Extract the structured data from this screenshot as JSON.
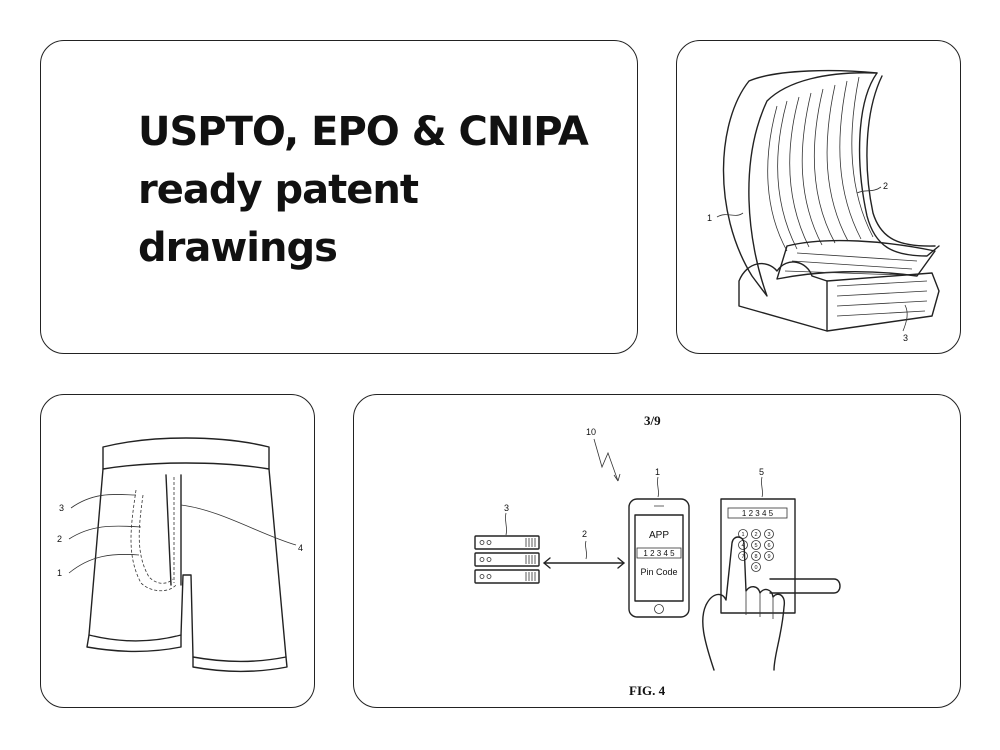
{
  "headline": {
    "lines": [
      "USPTO, EPO & CNIPA",
      "ready patent",
      "drawings"
    ]
  },
  "chair": {
    "refs": [
      "1",
      "2",
      "3"
    ]
  },
  "shorts": {
    "refs": [
      "3",
      "2",
      "1",
      "4"
    ]
  },
  "figure4": {
    "sheet": "3/9",
    "caption": "FIG. 4",
    "refs": {
      "system": "10",
      "phone": "1",
      "link": "2",
      "server": "3",
      "keypad": "5"
    },
    "phone": {
      "app": "APP",
      "digits": "1 2 3 4 5",
      "pin": "Pin Code"
    },
    "keypad": {
      "display": "1 2 3 4 5",
      "keys": [
        "1",
        "2",
        "3",
        "4",
        "5",
        "6",
        "7",
        "8",
        "9",
        "0"
      ]
    }
  }
}
